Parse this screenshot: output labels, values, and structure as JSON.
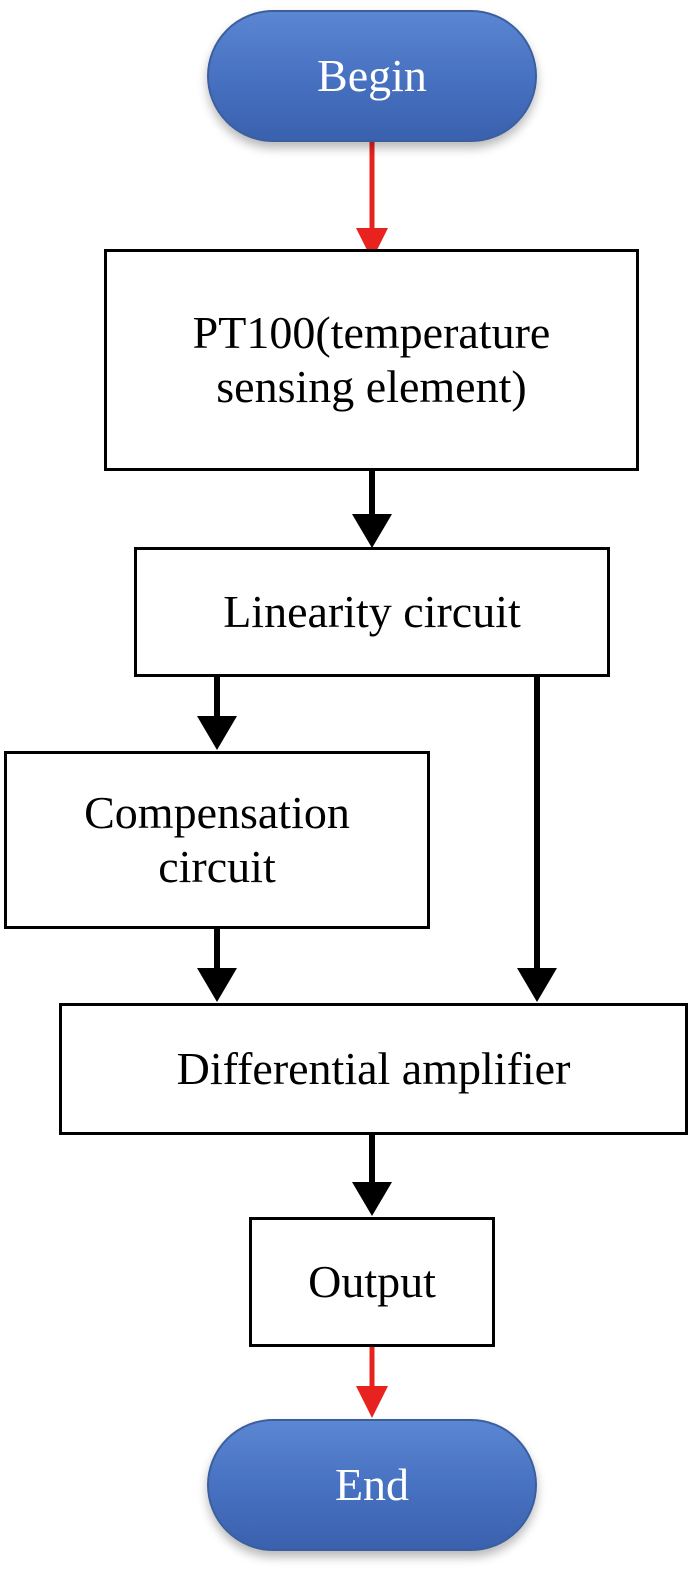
{
  "colors": {
    "terminal_fill": "#4670c0",
    "terminal_text": "#ffffff",
    "box_border": "#000000",
    "arrow_black": "#000000",
    "arrow_red": "#e8231f"
  },
  "nodes": {
    "begin": {
      "label": "Begin",
      "shape": "terminal"
    },
    "pt100": {
      "label_line1": "PT100(temperature",
      "label_line2": "sensing element)",
      "shape": "process"
    },
    "linearity": {
      "label": "Linearity circuit",
      "shape": "process"
    },
    "compensation": {
      "label_line1": "Compensation",
      "label_line2": "circuit",
      "shape": "process"
    },
    "differential": {
      "label": "Differential amplifier",
      "shape": "process"
    },
    "output": {
      "label": "Output",
      "shape": "process"
    },
    "end": {
      "label": "End",
      "shape": "terminal"
    }
  },
  "edges": [
    {
      "from": "begin",
      "to": "pt100",
      "color": "red"
    },
    {
      "from": "pt100",
      "to": "linearity",
      "color": "black"
    },
    {
      "from": "linearity",
      "to": "compensation",
      "color": "black"
    },
    {
      "from": "linearity",
      "to": "differential",
      "color": "black"
    },
    {
      "from": "compensation",
      "to": "differential",
      "color": "black"
    },
    {
      "from": "differential",
      "to": "output",
      "color": "black"
    },
    {
      "from": "output",
      "to": "end",
      "color": "red"
    }
  ]
}
